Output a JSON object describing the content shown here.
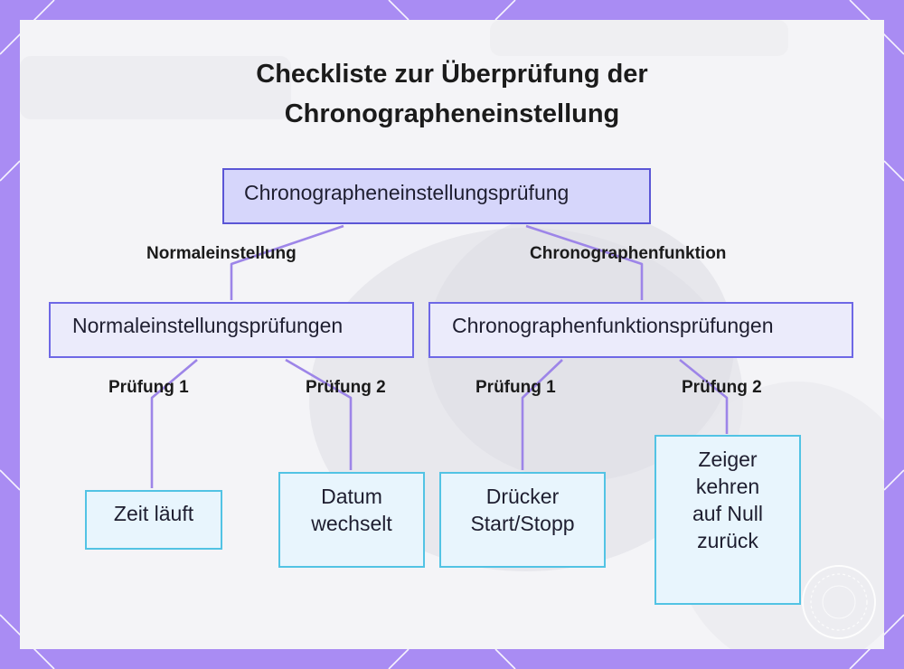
{
  "diagram": {
    "title_line1": "Checkliste zur Überprüfung der",
    "title_line2": "Chronographeneinstellung",
    "root": "Chronographeneinstellungsprüfung",
    "branches": [
      {
        "edge_label": "Normaleinstellung",
        "node": "Normaleinstellungsprüfungen",
        "children": [
          {
            "edge_label": "Prüfung 1",
            "lines": [
              "Zeit läuft"
            ]
          },
          {
            "edge_label": "Prüfung 2",
            "lines": [
              "Datum",
              "wechselt"
            ]
          }
        ]
      },
      {
        "edge_label": "Chronographenfunktion",
        "node": "Chronographenfunktionsprüfungen",
        "children": [
          {
            "edge_label": "Prüfung 1",
            "lines": [
              "Drücker",
              "Start/Stopp"
            ]
          },
          {
            "edge_label": "Prüfung 2",
            "lines": [
              "Zeiger",
              "kehren",
              "auf Null",
              "zurück"
            ]
          }
        ]
      }
    ]
  },
  "colors": {
    "frame": "#a98cf3",
    "connector": "#9d85e8",
    "root_fill": "#d6d6fb",
    "mid_border": "#6e68e6",
    "leaf_border": "#52c3e4"
  }
}
